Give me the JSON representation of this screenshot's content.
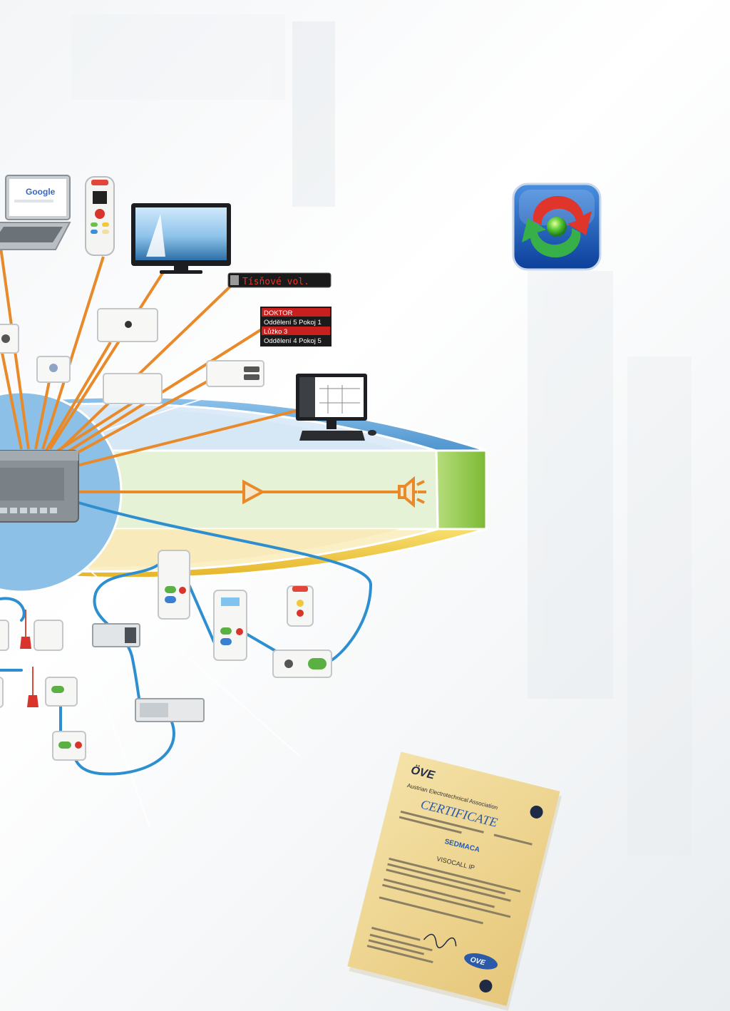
{
  "search_engine": {
    "logo": "Google"
  },
  "led_display": {
    "text": "Tísňové vol."
  },
  "call_display": {
    "rows": [
      "DOKTOR",
      "Oddělení 5 Pokoj 1",
      "Lůžko 3",
      "Oddělení 4 Pokoj 5"
    ]
  },
  "certificate": {
    "issuer_logo": "ÖVE",
    "association": "Austrian Electrotechnical Association",
    "title": "CERTIFICATE",
    "brand": "SEDMACA",
    "product": "VISOCALL IP",
    "footer_logo": "OVE"
  },
  "colors": {
    "network_ring": "#5da2d8",
    "audio_ring": "#8cc43c",
    "bus_ring": "#f0c83a",
    "ip_line": "#e8892a",
    "bus_line": "#2e8fd0"
  }
}
